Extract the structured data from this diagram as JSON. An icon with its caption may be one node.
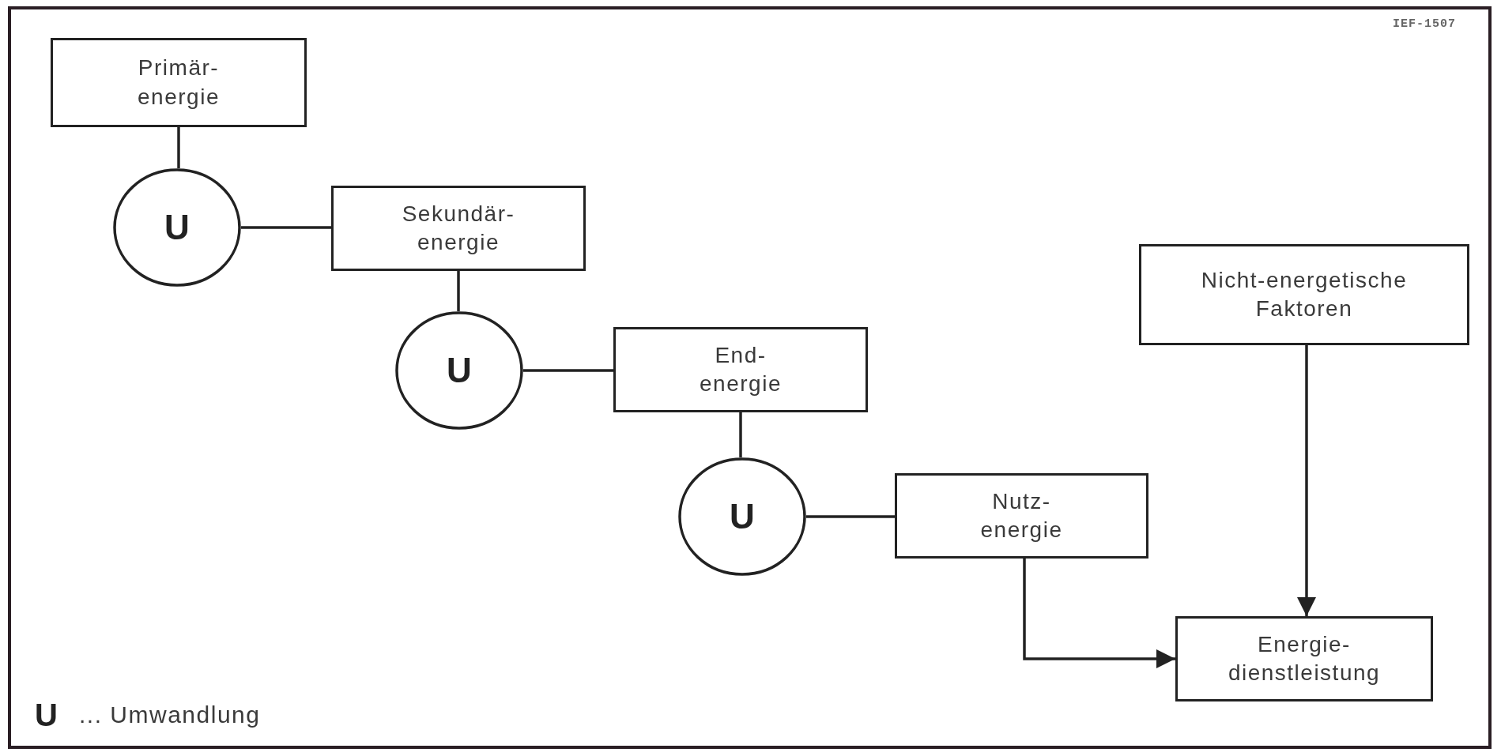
{
  "diagram": {
    "nodes": [
      {
        "text": [
          "Primär- energie"
        ]
      },
      {
        "text": [
          "U"
        ]
      },
      {
        "text": [
          "Sekundär- energie"
        ]
      },
      {
        "text": [
          "U"
        ]
      },
      {
        "text": [
          "End- energie"
        ]
      },
      {
        "text": [
          "U"
        ]
      },
      {
        "text": [
          "Nutz- energie"
        ]
      },
      {
        "text": [
          "Nicht-energetische Faktoren"
        ]
      },
      {
        "text": [
          "Energie- dienstleistung"
        ]
      }
    ],
    "edges": [
      {
        "from": 0,
        "to": 1,
        "arrow": "none"
      },
      {
        "from": 1,
        "to": 2,
        "arrow": "none"
      },
      {
        "from": 2,
        "to": 3,
        "arrow": "none"
      },
      {
        "from": 3,
        "to": 4,
        "arrow": "none"
      },
      {
        "from": 4,
        "to": 5,
        "arrow": "none"
      },
      {
        "from": 5,
        "to": 6,
        "arrow": "none"
      },
      {
        "from": 6,
        "to": 8,
        "arrow": "to"
      },
      {
        "from": 7,
        "to": 8,
        "arrow": "to"
      }
    ],
    "labels": [
      "IEF-1507",
      "U",
      "... Umwandlung"
    ]
  }
}
